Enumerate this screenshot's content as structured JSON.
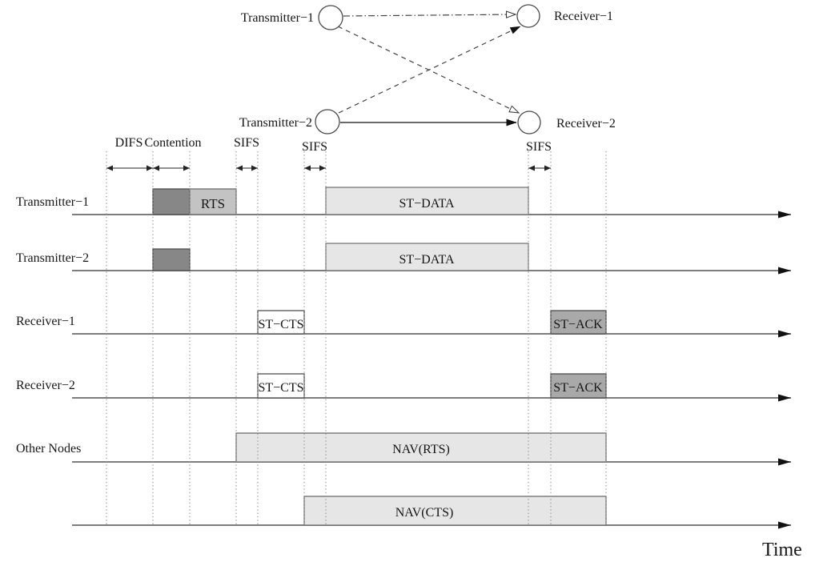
{
  "figure": {
    "axis_label": "Time"
  },
  "colors": {
    "busy_fill": "#878787",
    "rts_fill": "#c3c3c3",
    "data_fill": "#e6e6e6",
    "ack_fill": "#a9a9a9",
    "cts_fill": "#ffffff"
  },
  "topology": {
    "nodes": [
      {
        "label": "Transmitter−1"
      },
      {
        "label": "Receiver−1"
      },
      {
        "label": "Transmitter−2"
      },
      {
        "label": "Receiver−2"
      }
    ],
    "links": [
      {
        "from": "Transmitter−1",
        "to": "Receiver−1",
        "style": "dash-dot",
        "arrowhead": "open"
      },
      {
        "from": "Transmitter−1",
        "to": "Receiver−2",
        "style": "dashed",
        "arrowhead": "open"
      },
      {
        "from": "Transmitter−2",
        "to": "Receiver−1",
        "style": "dashed",
        "arrowhead": "filled"
      },
      {
        "from": "Transmitter−2",
        "to": "Receiver−2",
        "style": "solid",
        "arrowhead": "filled"
      }
    ]
  },
  "intervals": [
    {
      "label": "DIFS"
    },
    {
      "label": "Contention"
    },
    {
      "label": "SIFS"
    },
    {
      "label": "SIFS"
    },
    {
      "label": "SIFS"
    }
  ],
  "timeline": {
    "rows": [
      {
        "label": "Transmitter−1",
        "segments": [
          {
            "type": "contention-busy",
            "label": ""
          },
          {
            "type": "control",
            "label": "RTS"
          },
          {
            "type": "data",
            "label": "ST−DATA"
          }
        ]
      },
      {
        "label": "Transmitter−2",
        "segments": [
          {
            "type": "contention-busy",
            "label": ""
          },
          {
            "type": "data",
            "label": "ST−DATA"
          }
        ]
      },
      {
        "label": "Receiver−1",
        "segments": [
          {
            "type": "control",
            "label": "ST−CTS"
          },
          {
            "type": "ack",
            "label": "ST−ACK"
          }
        ]
      },
      {
        "label": "Receiver−2",
        "segments": [
          {
            "type": "control",
            "label": "ST−CTS"
          },
          {
            "type": "ack",
            "label": "ST−ACK"
          }
        ]
      },
      {
        "label": "Other Nodes",
        "segments": [
          {
            "type": "nav",
            "label": "NAV(RTS)"
          }
        ]
      },
      {
        "label": "",
        "segments": [
          {
            "type": "nav",
            "label": "NAV(CTS)"
          }
        ]
      }
    ]
  }
}
